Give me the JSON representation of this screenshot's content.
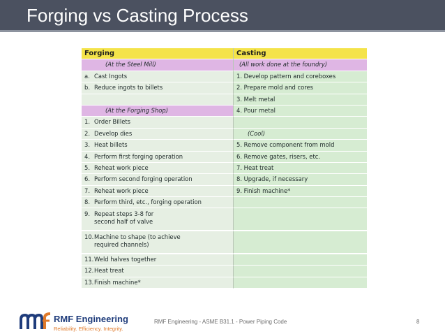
{
  "slide": {
    "title": "Forging vs Casting Process",
    "footer": "RMF Engineering - ASME B31.1  - Power Piping Code",
    "page_number": "8"
  },
  "logo": {
    "brand": "RMF Engineering",
    "tagline": "Reliability. Efficiency. Integrity."
  },
  "table": {
    "headers": {
      "forging": "Forging",
      "casting": "Casting"
    },
    "rows": [
      {
        "forging": "(At the Steel Mill)",
        "casting": "(All work done at the foundry)"
      },
      {
        "forging_num": "a.",
        "forging": "Cast Ingots",
        "casting": "1. Develop pattern and coreboxes"
      },
      {
        "forging_num": "b.",
        "forging": "Reduce ingots to billets",
        "casting": "2. Prepare mold and cores"
      },
      {
        "forging": "",
        "casting": "3. Melt metal"
      },
      {
        "forging": "(At the Forging Shop)",
        "casting": "4. Pour metal"
      },
      {
        "forging_num": "1.",
        "forging": "Order Billets",
        "casting": ""
      },
      {
        "forging_num": "2.",
        "forging": "Develop dies",
        "casting": "(Cool)"
      },
      {
        "forging_num": "3.",
        "forging": "Heat billets",
        "casting": "5. Remove component from mold"
      },
      {
        "forging_num": "4.",
        "forging": "Perform first forging operation",
        "casting": "6. Remove gates, risers, etc."
      },
      {
        "forging_num": "5.",
        "forging": "Reheat work piece",
        "casting": "7. Heat treat"
      },
      {
        "forging_num": "6.",
        "forging": "Perform second forging operation",
        "casting": "8. Upgrade, if necessary"
      },
      {
        "forging_num": "7.",
        "forging": "Reheat work piece",
        "casting": "9. Finish machine*"
      },
      {
        "forging_num": "8.",
        "forging": "Perform third, etc., forging operation",
        "casting": ""
      },
      {
        "forging_num": "9.",
        "forging": "Repeat steps 3-8 for",
        "forging_cont": "second half of valve",
        "casting": ""
      },
      {
        "forging_num": "10.",
        "forging": "Machine to shape (to achieve",
        "forging_cont": "required channels)",
        "casting": ""
      },
      {
        "forging_num": "11.",
        "forging": "Weld halves together",
        "casting": ""
      },
      {
        "forging_num": "12.",
        "forging": "Heat treat",
        "casting": ""
      },
      {
        "forging_num": "13.",
        "forging": "Finish machine*",
        "casting": ""
      }
    ]
  },
  "colors": {
    "title_bar": "#4b5160",
    "header_row": "#f4e34a",
    "subheading_row": "#dfb6e4",
    "casting_column": "#d6ecd2",
    "forging_column": "#e6efe3",
    "brand_blue": "#1f3c7b",
    "tagline_orange": "#e07a2a"
  }
}
